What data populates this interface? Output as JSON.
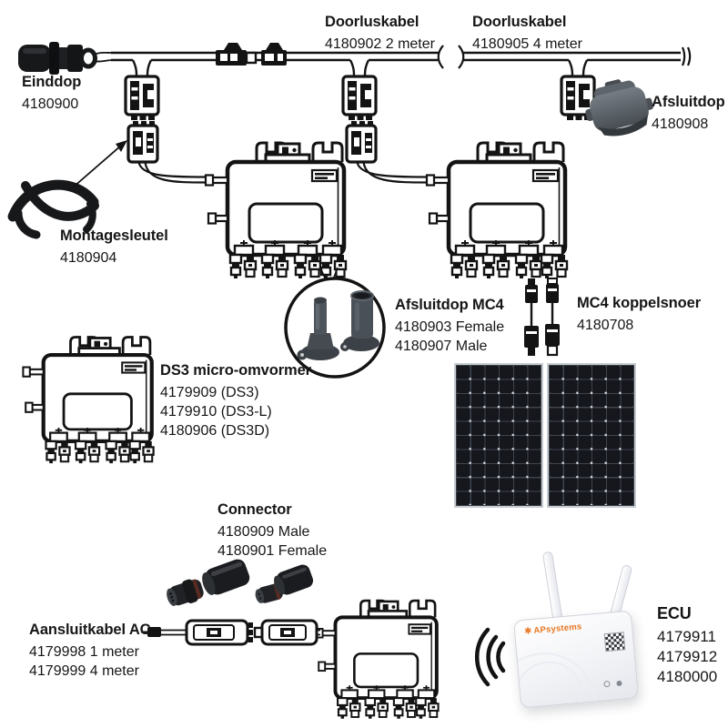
{
  "parts": {
    "einddop": {
      "title": "Einddop",
      "lines": [
        "4180900"
      ]
    },
    "doorluskabel_2m": {
      "title": "Doorluskabel",
      "lines": [
        "4180902 2 meter"
      ]
    },
    "doorluskabel_4m": {
      "title": "Doorluskabel",
      "lines": [
        "4180905 4 meter"
      ]
    },
    "afsluitdop": {
      "title": "Afsluitdop",
      "lines": [
        "4180908"
      ]
    },
    "montagesleutel": {
      "title": "Montagesleutel",
      "lines": [
        "4180904"
      ]
    },
    "afsluitdop_mc4": {
      "title": "Afsluitdop MC4",
      "lines": [
        "4180903 Female",
        "4180907 Male"
      ]
    },
    "mc4_koppelsnoer": {
      "title": "MC4 koppelsnoer",
      "lines": [
        "4180708"
      ]
    },
    "ds3_micro_omvormer": {
      "title": "DS3 micro-omvormer",
      "lines": [
        "4179909 (DS3)",
        "4179910 (DS3-L)",
        "4180906 (DS3D)"
      ]
    },
    "connector": {
      "title": "Connector",
      "lines": [
        "4180909 Male",
        "4180901 Female"
      ]
    },
    "aansluitkabel_ac": {
      "title": "Aansluitkabel AC",
      "lines": [
        "4179998 1 meter",
        "4179999 4 meter"
      ]
    },
    "ecu": {
      "title": "ECU",
      "lines": [
        "4179911",
        "4179912",
        "4180000"
      ]
    }
  },
  "ecu_device": {
    "brand": "APsystems"
  },
  "icons": {
    "logo_mark": "✱",
    "wifi_waves": "signal-arcs"
  },
  "colors": {
    "ink": "#131313",
    "part_grey": "#4d5359",
    "panel_dark": "#15171d",
    "panel_frame": "#c6ccd2",
    "brand_orange": "#e87722",
    "background": "#ffffff"
  }
}
